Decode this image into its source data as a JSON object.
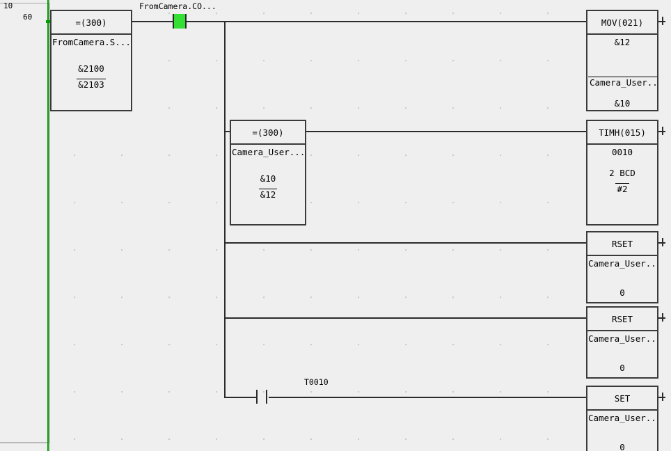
{
  "window": {
    "title": "Ladder Diagram",
    "background_color": "#efefef",
    "rail_color": "#00a000",
    "wire_color": "#2b2b2b",
    "energised_color": "#33e033"
  },
  "gutter": {
    "program_number": "10",
    "step_number": "60"
  },
  "contacts": [
    {
      "id": "from-camera-co",
      "label": "FromCamera.CO...",
      "type": "normally-open",
      "energised": true
    },
    {
      "id": "t0010",
      "label": "T0010",
      "type": "normally-open",
      "energised": false
    }
  ],
  "blocks": [
    {
      "id": "cmp-fromcamera",
      "instruction": "=(300)",
      "operands": [
        {
          "text": "FromCamera.S...",
          "align": "left",
          "overline": false
        },
        {
          "text": "&2100",
          "align": "center",
          "overline": false
        },
        {
          "text": "&2103",
          "align": "center",
          "overline": true
        }
      ]
    },
    {
      "id": "mov-021",
      "instruction": "MOV(021)",
      "operands": [
        {
          "text": "&12",
          "align": "center",
          "overline": false
        },
        {
          "text": "Camera_User....",
          "align": "left",
          "overline": true
        },
        {
          "text": "&10",
          "align": "center",
          "overline": false
        }
      ]
    },
    {
      "id": "cmp-camera-user",
      "instruction": "=(300)",
      "operands": [
        {
          "text": "Camera_User....",
          "align": "left",
          "overline": false
        },
        {
          "text": "&10",
          "align": "center",
          "overline": false
        },
        {
          "text": "&12",
          "align": "center",
          "overline": true
        }
      ]
    },
    {
      "id": "timh-015",
      "instruction": "TIMH(015)",
      "operands": [
        {
          "text": "0010",
          "align": "center",
          "overline": false
        },
        {
          "text": "2 BCD",
          "align": "center",
          "overline": false
        },
        {
          "text": "#2",
          "align": "center",
          "overline": true
        }
      ]
    },
    {
      "id": "rset-1",
      "instruction": "RSET",
      "operands": [
        {
          "text": "Camera_User....",
          "align": "left",
          "overline": false
        },
        {
          "text": "0",
          "align": "center",
          "overline": false
        }
      ]
    },
    {
      "id": "rset-2",
      "instruction": "RSET",
      "operands": [
        {
          "text": "Camera_User....",
          "align": "left",
          "overline": false
        },
        {
          "text": "0",
          "align": "center",
          "overline": false
        }
      ]
    },
    {
      "id": "set-1",
      "instruction": "SET",
      "operands": [
        {
          "text": "Camera_User....",
          "align": "left",
          "overline": false
        },
        {
          "text": "0",
          "align": "center",
          "overline": false
        }
      ]
    }
  ]
}
